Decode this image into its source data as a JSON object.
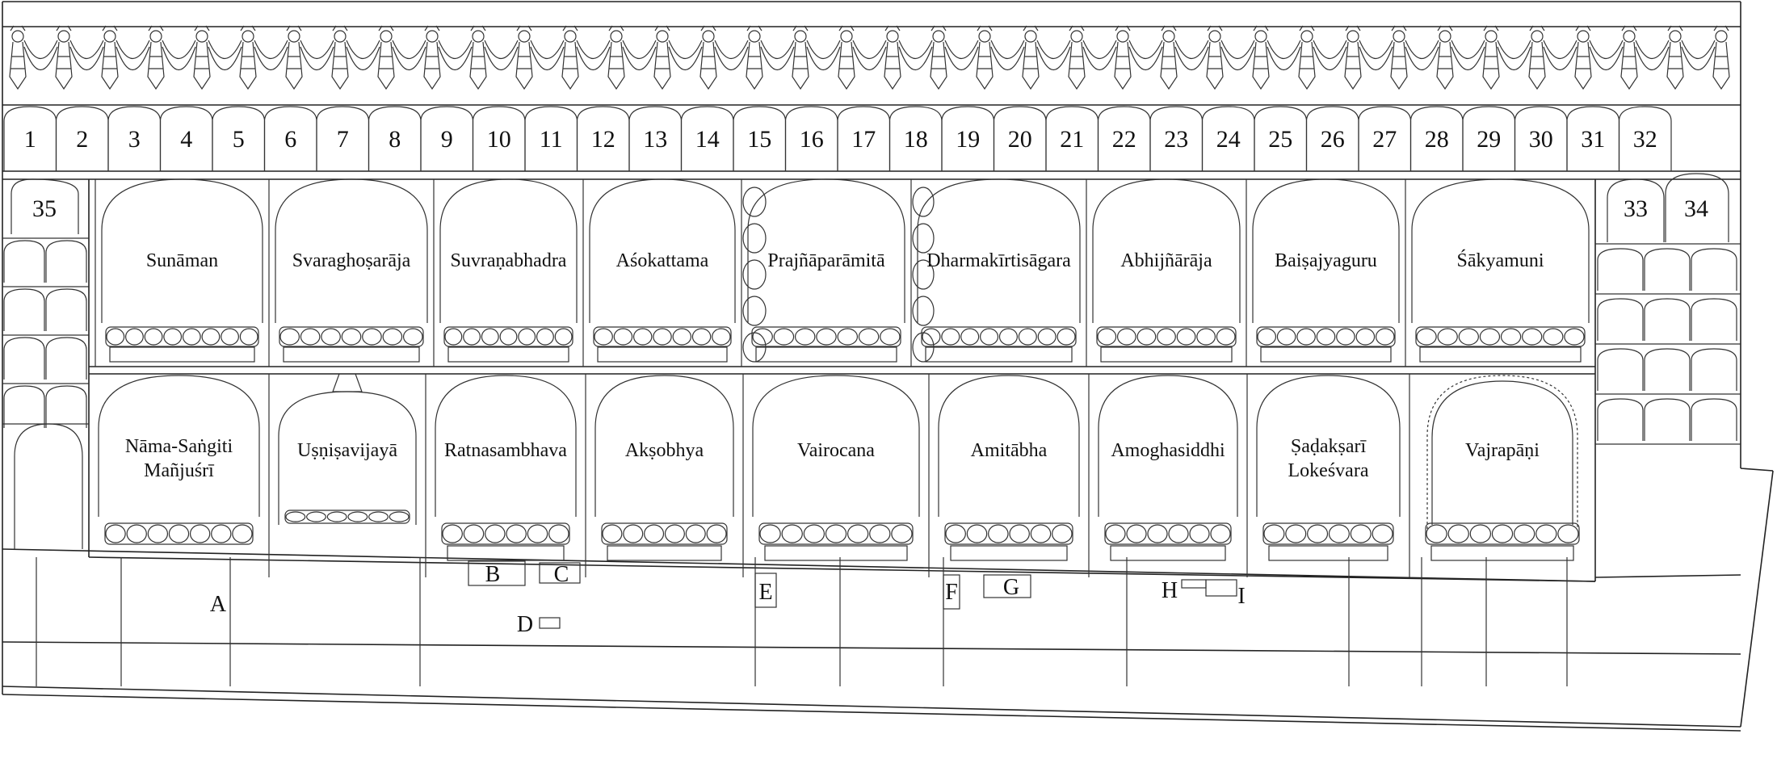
{
  "frieze_numbers": [
    "1",
    "2",
    "3",
    "4",
    "5",
    "6",
    "7",
    "8",
    "9",
    "10",
    "11",
    "12",
    "13",
    "14",
    "15",
    "16",
    "17",
    "18",
    "19",
    "20",
    "21",
    "22",
    "23",
    "24",
    "25",
    "26",
    "27",
    "28",
    "29",
    "30",
    "31",
    "32"
  ],
  "side_numbers": {
    "left": "35",
    "right_a": "33",
    "right_b": "34"
  },
  "upper_row": [
    {
      "name": "Sunāman"
    },
    {
      "name": "Svaraghoṣarāja"
    },
    {
      "name": "Suvraṇabhadra"
    },
    {
      "name": "Aśokattama"
    },
    {
      "name": "Prajñāparāmitā"
    },
    {
      "name": "Dharmakīrtisāgara"
    },
    {
      "name": "Abhijñārāja"
    },
    {
      "name": "Baiṣajyaguru"
    },
    {
      "name": "Śākyamuni"
    }
  ],
  "lower_row": [
    {
      "name": "Nāma-Saṅgiti",
      "name2": "Mañjuśrī"
    },
    {
      "name": "Uṣṇiṣavijayā",
      "name2": ""
    },
    {
      "name": "Ratnasambhava",
      "name2": ""
    },
    {
      "name": "Akṣobhya",
      "name2": ""
    },
    {
      "name": "Vairocana",
      "name2": ""
    },
    {
      "name": "Amitābha",
      "name2": ""
    },
    {
      "name": "Amoghasiddhi",
      "name2": ""
    },
    {
      "name": "Ṣaḍakṣarī",
      "name2": "Lokeśvara"
    },
    {
      "name": "Vajrapāṇi",
      "name2": ""
    }
  ],
  "base_marks": [
    "A",
    "B",
    "C",
    "D",
    "E",
    "F",
    "G",
    "H",
    "I"
  ]
}
